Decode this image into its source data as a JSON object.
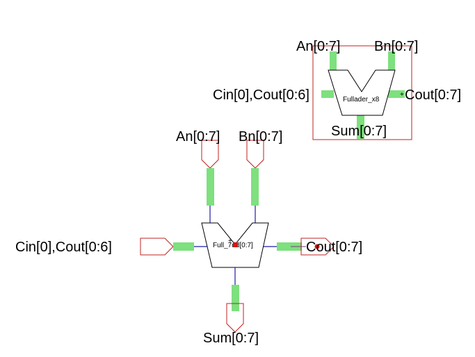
{
  "colors": {
    "pin_outline": "#c02020",
    "wire": "#1a1aa8",
    "bus_fill": "#7ee07e",
    "marker": "#e01010"
  },
  "symbol_preview": {
    "pin_an": "An[0:7]",
    "pin_bn": "Bn[0:7]",
    "pin_cin": "Cin[0],Cout[0:6]",
    "pin_cout": "Cout[0:7]",
    "pin_sum": "Sum[0:7]",
    "cell_name": "Fullader_x8"
  },
  "schematic": {
    "pin_an": "An[0:7]",
    "pin_bn": "Bn[0:7]",
    "pin_cin": "Cin[0],Cout[0:6]",
    "pin_cout": "Cout[0:7]",
    "pin_sum": "Sum[0:7]",
    "instance_label": "Full_7dd[0:7]"
  }
}
